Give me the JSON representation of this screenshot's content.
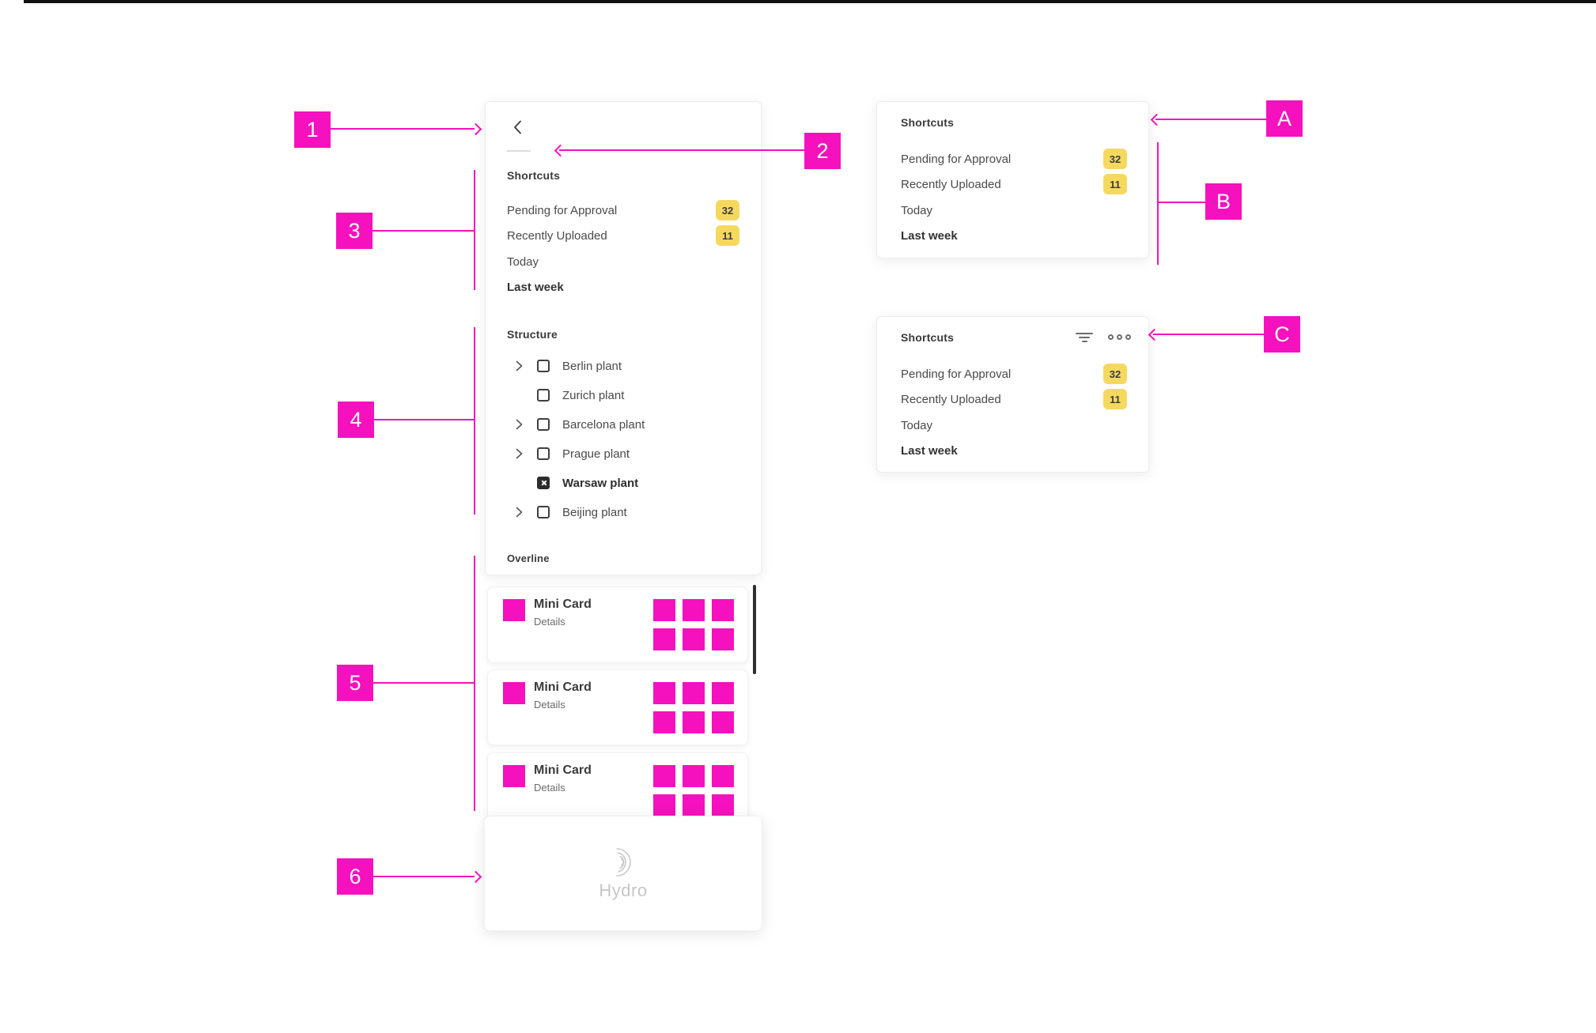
{
  "colors": {
    "accent": "#F511BE",
    "badge-bg": "#F5D95F",
    "badge-text": "#3C3C3C",
    "topbar": "#111111"
  },
  "annotations": {
    "n1": {
      "label": "1"
    },
    "n2": {
      "label": "2"
    },
    "n3": {
      "label": "3"
    },
    "n4": {
      "label": "4"
    },
    "n5": {
      "label": "5"
    },
    "n6": {
      "label": "6"
    },
    "a": {
      "label": "A"
    },
    "b": {
      "label": "B"
    },
    "c": {
      "label": "C"
    }
  },
  "sidebar": {
    "back_icon": "chevron-left-icon",
    "shortcuts": {
      "title": "Shortcuts",
      "items": [
        {
          "label": "Pending for Approval",
          "badge": "32"
        },
        {
          "label": "Recently Uploaded",
          "badge": "11"
        },
        {
          "label": "Today"
        },
        {
          "label": "Last week",
          "bold": true
        }
      ]
    },
    "structure": {
      "title": "Structure",
      "items": [
        {
          "label": "Berlin plant",
          "expandable": true,
          "checked": false
        },
        {
          "label": "Zurich plant",
          "expandable": false,
          "checked": false
        },
        {
          "label": "Barcelona plant",
          "expandable": true,
          "checked": false
        },
        {
          "label": "Prague plant",
          "expandable": true,
          "checked": false
        },
        {
          "label": "Warsaw plant",
          "expandable": false,
          "checked": true,
          "bold": true
        },
        {
          "label": "Beijing plant",
          "expandable": true,
          "checked": false
        }
      ]
    },
    "overline": {
      "title": "Overline"
    }
  },
  "mini_cards": {
    "cards": [
      {
        "title": "Mini Card",
        "subtitle": "Details"
      },
      {
        "title": "Mini Card",
        "subtitle": "Details"
      },
      {
        "title": "Mini Card",
        "subtitle": "Details"
      }
    ]
  },
  "brand_card": {
    "name": "Hydro",
    "logo_icon": "hydro-arcs-logo"
  },
  "card_a": {
    "title": "Shortcuts",
    "items": [
      {
        "label": "Pending for Approval",
        "badge": "32"
      },
      {
        "label": "Recently Uploaded",
        "badge": "11"
      },
      {
        "label": "Today"
      },
      {
        "label": "Last week",
        "bold": true
      }
    ]
  },
  "card_c": {
    "title": "Shortcuts",
    "icons": {
      "filter": "filter-icon",
      "more": "more-dots-icon"
    },
    "items": [
      {
        "label": "Pending for Approval",
        "badge": "32"
      },
      {
        "label": "Recently Uploaded",
        "badge": "11"
      },
      {
        "label": "Today"
      },
      {
        "label": "Last week",
        "bold": true
      }
    ]
  }
}
